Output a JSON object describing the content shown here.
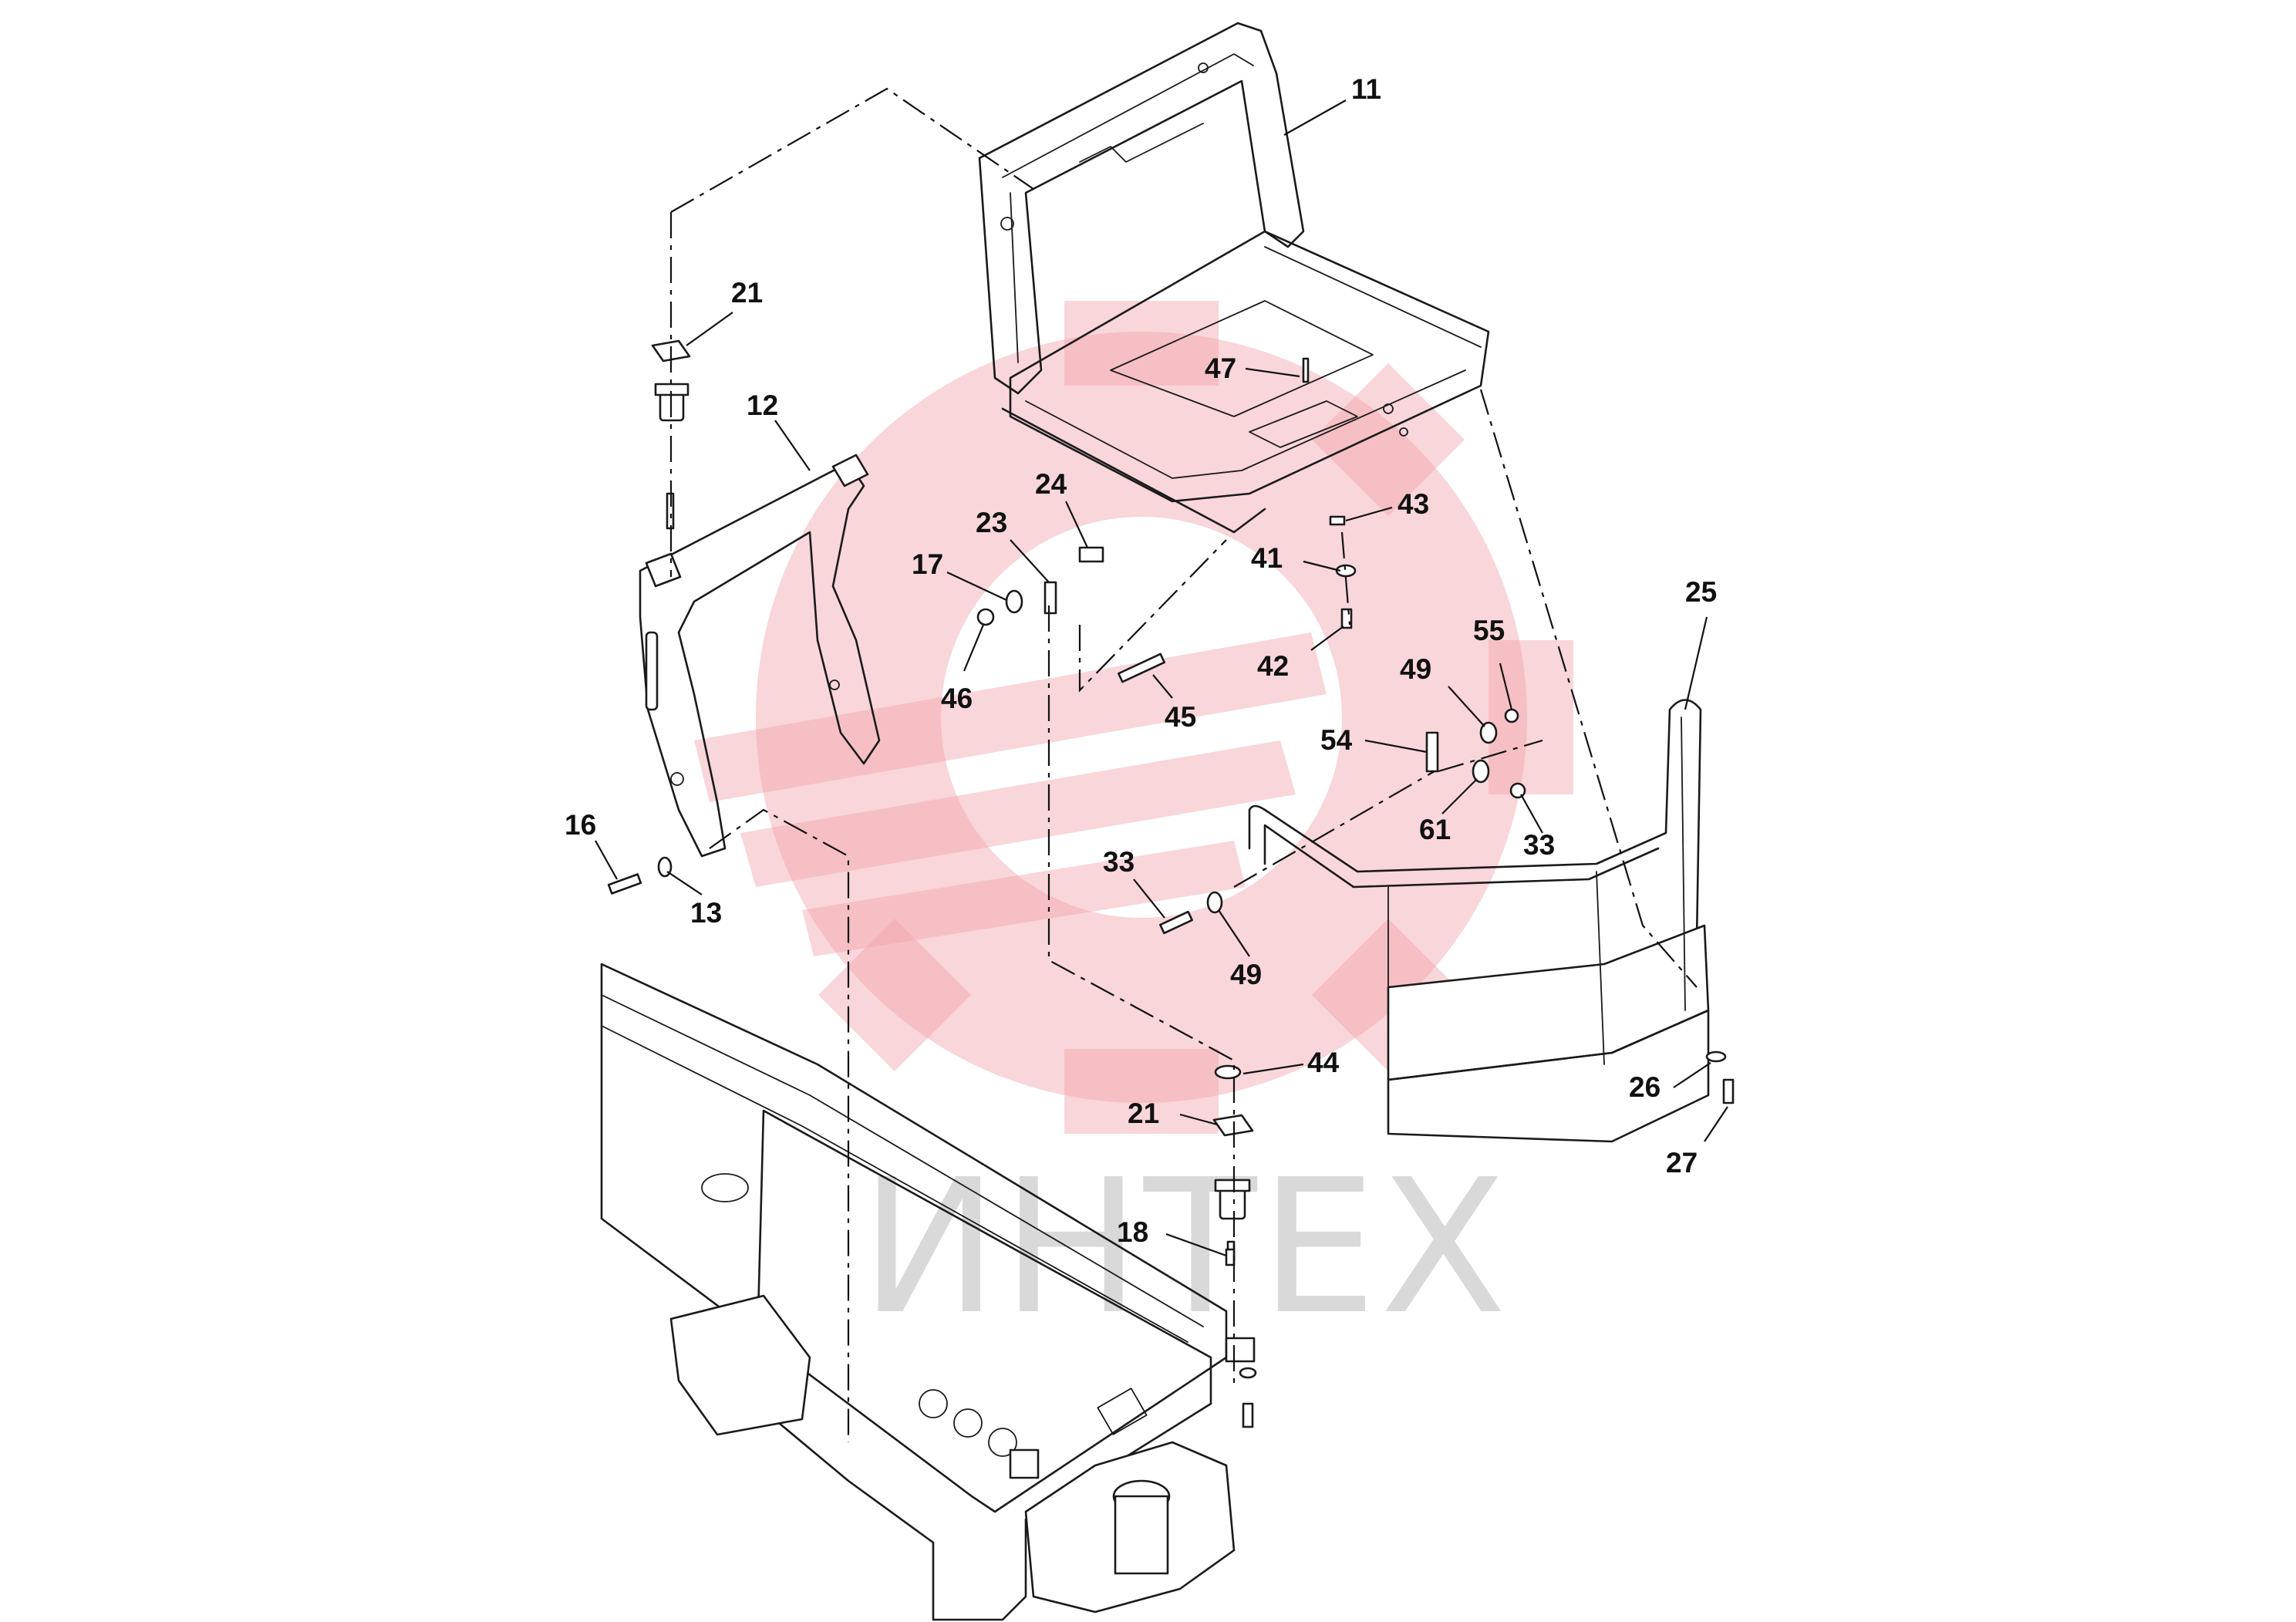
{
  "colors": {
    "line": "#1a1a1a",
    "watermark_logo": "#f2a3aa",
    "watermark_text": "#d9d9d9",
    "background": "#ffffff"
  },
  "watermark": {
    "text": "ИНТЕХ",
    "icon": "gear-wrench-logo"
  },
  "callouts": {
    "c11": "11",
    "c12": "12",
    "c13": "13",
    "c16": "16",
    "c17": "17",
    "c18": "18",
    "c21a": "21",
    "c21b": "21",
    "c23": "23",
    "c24": "24",
    "c25": "25",
    "c26": "26",
    "c27": "27",
    "c33a": "33",
    "c33b": "33",
    "c41": "41",
    "c42": "42",
    "c43": "43",
    "c44": "44",
    "c45": "45",
    "c46": "46",
    "c47": "47",
    "c49a": "49",
    "c49b": "49",
    "c54": "54",
    "c55": "55",
    "c61": "61"
  }
}
